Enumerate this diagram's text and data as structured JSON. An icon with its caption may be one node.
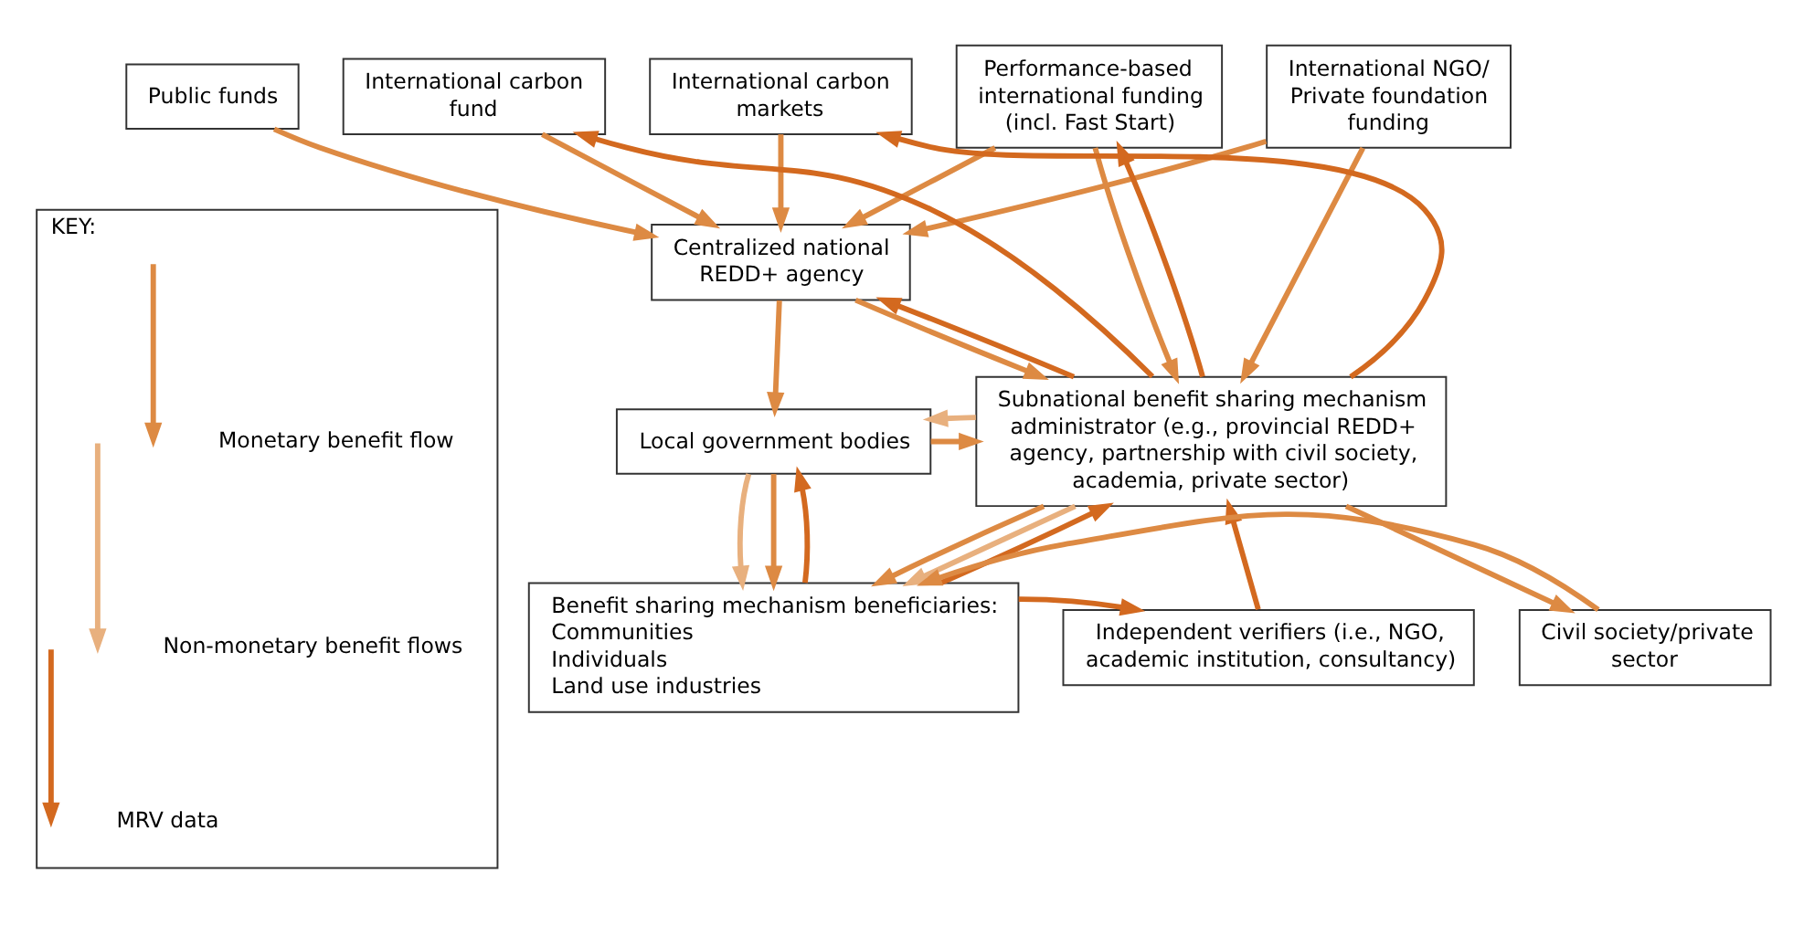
{
  "diagram": {
    "nodes": [
      {
        "text": [
          "Public funds"
        ]
      },
      {
        "text": [
          "International carbon fund"
        ]
      },
      {
        "text": [
          "International carbon markets"
        ]
      },
      {
        "text": [
          "Performance-based international funding (incl. Fast Start)"
        ]
      },
      {
        "text": [
          "International NGO/ Private foundation funding"
        ]
      },
      {
        "text": [
          "Centralized national REDD+ agency"
        ]
      },
      {
        "text": [
          "Subnational benefit sharing mechanism administrator (e.g., provincial REDD+ agency, partnership with civil society, academia, private sector)"
        ]
      },
      {
        "text": [
          "Local government bodies"
        ]
      },
      {
        "text": [
          "Benefit sharing mechanism beneficiaries:",
          "Communities",
          "Individuals",
          "Land use industries"
        ]
      },
      {
        "text": [
          "Independent verifiers (i.e., NGO, academic institution, consultancy)"
        ]
      },
      {
        "text": [
          "Civil society/private sector"
        ]
      },
      {
        "text": [
          "KEY:"
        ]
      }
    ],
    "edges": [
      {
        "from": 6,
        "to": 1,
        "arrow": "to",
        "color": "#d3691f"
      },
      {
        "from": 6,
        "to": 2,
        "arrow": "to",
        "color": "#d3691f"
      },
      {
        "from": 6,
        "to": 3,
        "arrow": "to",
        "color": "#d3691f"
      },
      {
        "from": 0,
        "to": 5,
        "arrow": "to"
      },
      {
        "from": 1,
        "to": 5,
        "arrow": "to"
      },
      {
        "from": 2,
        "to": 5,
        "arrow": "to"
      },
      {
        "from": 3,
        "to": 5,
        "arrow": "to"
      },
      {
        "from": 4,
        "to": 5,
        "arrow": "to"
      },
      {
        "from": 3,
        "to": 6,
        "arrow": "to"
      },
      {
        "from": 4,
        "to": 6,
        "arrow": "to"
      },
      {
        "from": 6,
        "to": 5,
        "arrow": "to",
        "color": "#d3691f"
      },
      {
        "from": 5,
        "to": 6,
        "arrow": "to"
      },
      {
        "from": 5,
        "to": 7,
        "arrow": "to"
      },
      {
        "from": 7,
        "to": 6,
        "arrow": "to"
      },
      {
        "from": 6,
        "to": 7,
        "arrow": "to",
        "color": "#e8b07e"
      },
      {
        "from": 6,
        "to": 8,
        "arrow": "to"
      },
      {
        "from": 6,
        "to": 8,
        "arrow": "to",
        "color": "#e8b07e"
      },
      {
        "from": 8,
        "to": 6,
        "arrow": "to",
        "color": "#d3691f"
      },
      {
        "from": 7,
        "to": 8,
        "arrow": "to",
        "color": "#e8b07e"
      },
      {
        "from": 7,
        "to": 8,
        "arrow": "to"
      },
      {
        "from": 8,
        "to": 7,
        "arrow": "to",
        "color": "#d3691f"
      },
      {
        "from": 8,
        "to": 9,
        "arrow": "to",
        "color": "#d3691f"
      },
      {
        "from": 9,
        "to": 6,
        "arrow": "to",
        "color": "#d3691f"
      },
      {
        "from": 6,
        "to": 10,
        "arrow": "to"
      },
      {
        "from": 10,
        "to": 8,
        "arrow": "to"
      }
    ],
    "legend": [
      {
        "text": "Monetary benefit flow"
      },
      {
        "text": "Non-monetary benefit flows"
      },
      {
        "text": "MRV data"
      }
    ]
  }
}
